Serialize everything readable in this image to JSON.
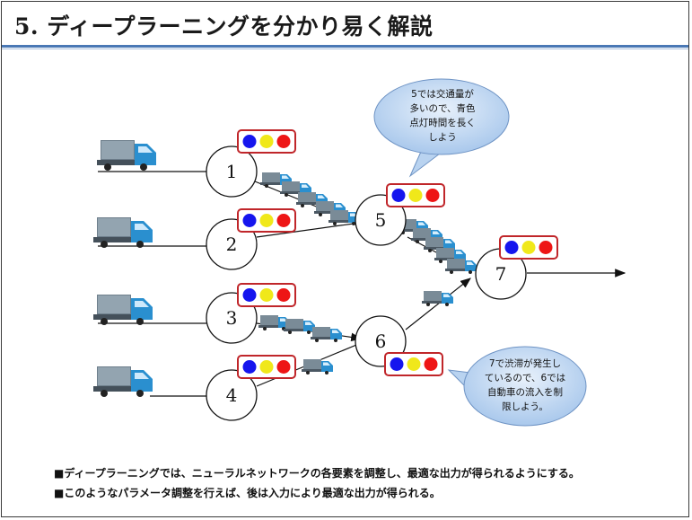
{
  "title": "5. ディープラーニングを分かり易く解説",
  "nodes": [
    {
      "id": "n1",
      "label": "1"
    },
    {
      "id": "n2",
      "label": "2"
    },
    {
      "id": "n3",
      "label": "3"
    },
    {
      "id": "n4",
      "label": "4"
    },
    {
      "id": "n5",
      "label": "5"
    },
    {
      "id": "n6",
      "label": "6"
    },
    {
      "id": "n7",
      "label": "7"
    }
  ],
  "signal_colors": {
    "blue": "#1515ee",
    "yellow": "#f0e81a",
    "red": "#ee1515"
  },
  "truck_color": "#2a8fcf",
  "callouts": [
    {
      "id": "callout-node5",
      "lines": [
        "5では交通量が",
        "多いので、青色",
        "点灯時間を長く",
        "しよう"
      ]
    },
    {
      "id": "callout-node7",
      "lines": [
        "7で渋滞が発生し",
        "ているので、6では",
        "自動車の流入を制",
        "限しよう。"
      ]
    }
  ],
  "bullets": [
    "■ディープラーニングでは、ニューラルネットワークの各要素を調整し、最適な出力が得られるようにする。",
    "■このようなパラメータ調整を行えば、後は入力により最適な出力が得られる。"
  ]
}
